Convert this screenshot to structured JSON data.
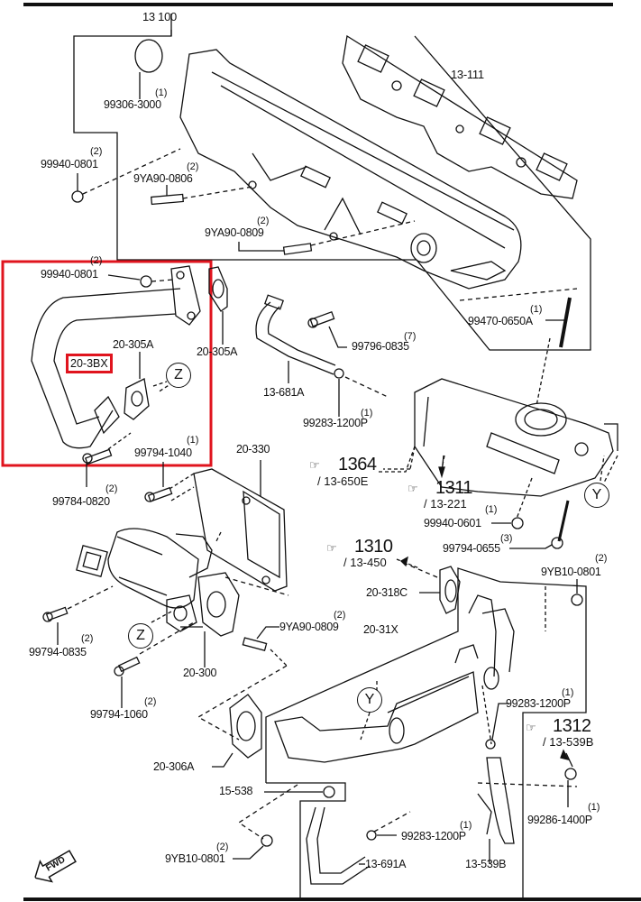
{
  "title_ref": "13 100",
  "highlight": {
    "part": "20-3BX",
    "color": "#e0141e"
  },
  "labels": {
    "p99306": "99306-3000",
    "p99306_q": "(1)",
    "p99940_0801a": "99940-0801",
    "p99940_0801a_q": "(2)",
    "p9ya90_0806": "9YA90-0806",
    "p9ya90_0806_q": "(2)",
    "p9ya90_0809a": "9YA90-0809",
    "p9ya90_0809a_q": "(2)",
    "p13111": "13-111",
    "p99470": "99470-0650A",
    "p99470_q": "(1)",
    "p99796": "99796-0835",
    "p99796_q": "(7)",
    "p99940_0801b": "99940-0801",
    "p99940_0801b_q": "(2)",
    "p20305a_in": "20-305A",
    "p20305a_out": "20-305A",
    "p203bx": "20-3BX",
    "p13681a": "13-681A",
    "p99283_a": "99283-1200P",
    "p99283_a_q": "(1)",
    "p99794_1040": "99794-1040",
    "p99794_1040_q": "(1)",
    "p99784": "99784-0820",
    "p99784_q": "(2)",
    "p20330": "20-330",
    "p99940_0601": "99940-0601",
    "p99940_0601_q": "(1)",
    "p99794_0655": "99794-0655",
    "p99794_0655_q": "(3)",
    "p9yb10_0801a": "9YB10-0801",
    "p9yb10_0801a_q": "(2)",
    "p20318c": "20-318C",
    "p99794_0835": "99794-0835",
    "p99794_0835_q": "(2)",
    "p9ya90_0809b": "9YA90-0809",
    "p9ya90_0809b_q": "(2)",
    "p20300": "20-300",
    "p99794_1060": "99794-1060",
    "p99794_1060_q": "(2)",
    "p2031x": "20-31X",
    "p99283_b": "99283-1200P",
    "p99283_b_q": "(1)",
    "p20306a": "20-306A",
    "p15538": "15-538",
    "p99283_c": "99283-1200P",
    "p99283_c_q": "(1)",
    "p9yb10_0801b": "9YB10-0801",
    "p9yb10_0801b_q": "(2)",
    "p13691a": "13-691A",
    "p13539b": "13-539B",
    "p99286": "99286-1400P",
    "p99286_q": "(1)"
  },
  "refs": [
    {
      "num": "1364",
      "sub": "/ 13-650E"
    },
    {
      "num": "1311",
      "sub": "/ 13-221"
    },
    {
      "num": "1310",
      "sub": "/ 13-450"
    },
    {
      "num": "1312",
      "sub": "/ 13-539B"
    }
  ],
  "markers": {
    "z": "Z",
    "y": "Y"
  },
  "fwd": "FWD",
  "icons": {
    "ref": "pointing-hand-icon"
  }
}
